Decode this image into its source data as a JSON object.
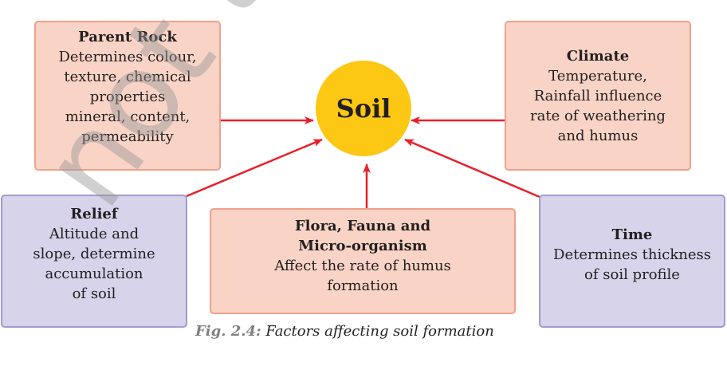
{
  "center": {
    "label": "Soil"
  },
  "factors": {
    "parent_rock": {
      "title": "Parent Rock",
      "lines": [
        "Determines colour,",
        "texture, chemical",
        "properties",
        "mineral, content,",
        "permeability"
      ]
    },
    "climate": {
      "title": "Climate",
      "lines": [
        "Temperature,",
        "Rainfall influence",
        "rate of weathering",
        "and humus"
      ]
    },
    "relief": {
      "title": "Relief",
      "lines": [
        "Altitude and",
        "slope, determine",
        "accumulation",
        "of soil"
      ]
    },
    "flora": {
      "title_lines": [
        "Flora, Fauna and",
        "Micro-organism"
      ],
      "lines": [
        "Affect the rate of humus",
        "formation"
      ]
    },
    "time": {
      "title": "Time",
      "lines": [
        "Determines thickness",
        "of soil profile"
      ]
    }
  },
  "caption": {
    "label": "Fig. 2.4:",
    "text": " Factors affecting soil formation"
  },
  "watermark": "not to be",
  "colors": {
    "pink_box": "#f9d4c6",
    "purple_box": "#d6d3ea",
    "soil": "#fcc814",
    "arrow": "#e8202a"
  }
}
